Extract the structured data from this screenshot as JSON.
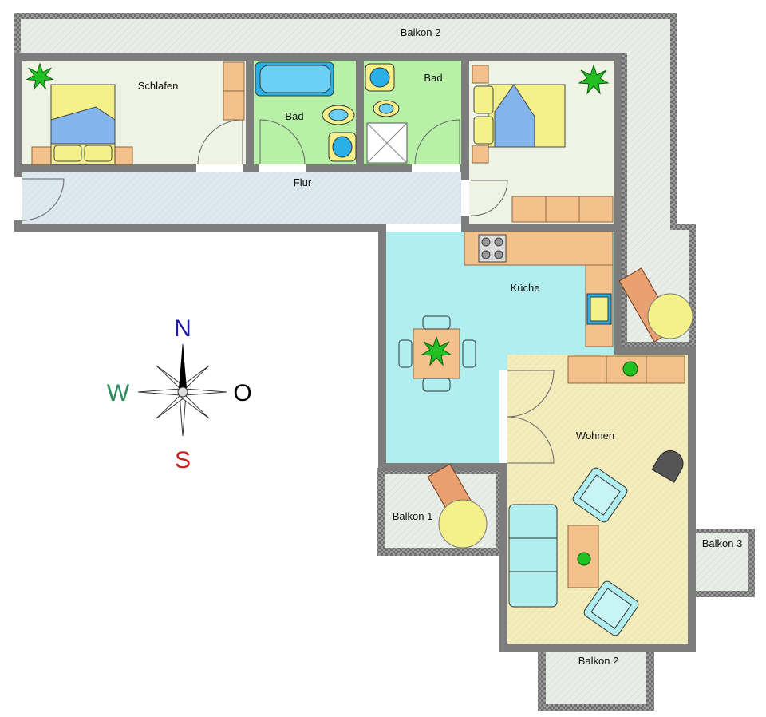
{
  "rooms": {
    "balkon2_top": "Balkon 2",
    "schlafen": "Schlafen",
    "bad1": "Bad",
    "bad2": "Bad",
    "flur": "Flur",
    "kueche": "Küche",
    "wohnen": "Wohnen",
    "balkon1": "Balkon 1",
    "balkon3": "Balkon 3",
    "balkon2_bottom": "Balkon 2"
  },
  "compass": {
    "n": "N",
    "s": "S",
    "w": "W",
    "o": "O"
  },
  "colors": {
    "wall": "#808080",
    "balcony": "#e6ece6",
    "bedroom": "#eef3e4",
    "bath": "#b8f0a8",
    "hall": "#dbe9ef",
    "kitchen": "#b0eef0",
    "living": "#f2eab8",
    "wood": "#f4c08c",
    "bed_yellow": "#f4f08a",
    "blanket": "#84b4ec",
    "north": "#1a1aa8",
    "south": "#cc2020",
    "west": "#2a8a5a",
    "east": "#000000"
  }
}
